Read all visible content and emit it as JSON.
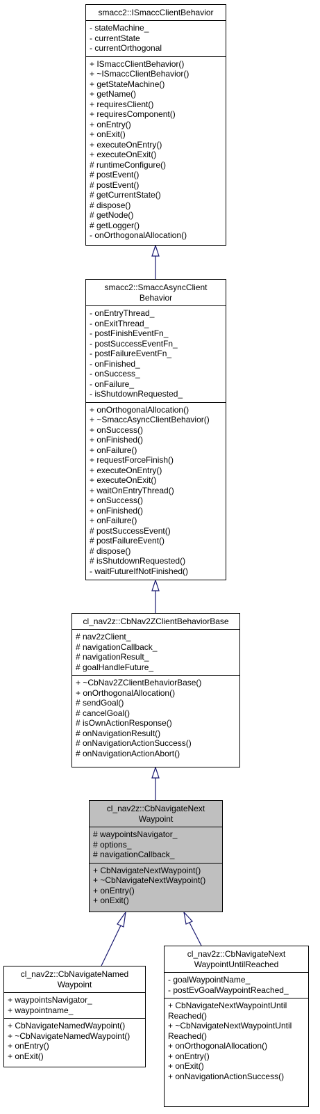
{
  "classes": [
    {
      "id": "c1",
      "title": [
        "smacc2::ISmaccClientBehavior"
      ],
      "attributes": [
        "- stateMachine_",
        "- currentState",
        "- currentOrthogonal"
      ],
      "methods": [
        "+ ISmaccClientBehavior()",
        "+ ~ISmaccClientBehavior()",
        "+ getStateMachine()",
        "+ getName()",
        "+ requiresClient()",
        "+ requiresComponent()",
        "+ onEntry()",
        "+ onExit()",
        "+ executeOnEntry()",
        "+ executeOnExit()",
        "# runtimeConfigure()",
        "# postEvent()",
        "# postEvent()",
        "# getCurrentState()",
        "# dispose()",
        "# getNode()",
        "# getLogger()",
        "- onOrthogonalAllocation()"
      ]
    },
    {
      "id": "c2",
      "title": [
        "smacc2::SmaccAsyncClient",
        "Behavior"
      ],
      "attributes": [
        "- onEntryThread_",
        "- onExitThread_",
        "- postFinishEventFn_",
        "- postSuccessEventFn_",
        "- postFailureEventFn_",
        "- onFinished_",
        "- onSuccess_",
        "- onFailure_",
        "- isShutdownRequested_"
      ],
      "methods": [
        "+ onOrthogonalAllocation()",
        "+ ~SmaccAsyncClientBehavior()",
        "+ onSuccess()",
        "+ onFinished()",
        "+ onFailure()",
        "+ requestForceFinish()",
        "+ executeOnEntry()",
        "+ executeOnExit()",
        "+ waitOnEntryThread()",
        "+ onSuccess()",
        "+ onFinished()",
        "+ onFailure()",
        "# postSuccessEvent()",
        "# postFailureEvent()",
        "# dispose()",
        "# isShutdownRequested()",
        "- waitFutureIfNotFinished()"
      ]
    },
    {
      "id": "c3",
      "title": [
        "cl_nav2z::CbNav2ZClientBehaviorBase"
      ],
      "attributes": [
        "# nav2zClient_",
        "# navigationCallback_",
        "# navigationResult_",
        "# goalHandleFuture_"
      ],
      "methods": [
        "+ ~CbNav2ZClientBehaviorBase()",
        "+ onOrthogonalAllocation()",
        "# sendGoal()",
        "# cancelGoal()",
        "# isOwnActionResponse()",
        "# onNavigationResult()",
        "# onNavigationActionSuccess()",
        "# onNavigationActionAbort()"
      ]
    },
    {
      "id": "c4",
      "title": [
        "cl_nav2z::CbNavigateNext",
        "Waypoint"
      ],
      "attributes": [
        "# waypointsNavigator_",
        "# options_",
        "# navigationCallback_"
      ],
      "methods": [
        "+ CbNavigateNextWaypoint()",
        "+ ~CbNavigateNextWaypoint()",
        "+ onEntry()",
        "+ onExit()"
      ]
    },
    {
      "id": "c5",
      "title": [
        "cl_nav2z::CbNavigateNamed",
        "Waypoint"
      ],
      "attributes": [
        "+ waypointsNavigator_",
        "+ waypointname_"
      ],
      "methods": [
        "+ CbNavigateNamedWaypoint()",
        "+ ~CbNavigateNamedWaypoint()",
        "+ onEntry()",
        "+ onExit()"
      ]
    },
    {
      "id": "c6",
      "title": [
        "cl_nav2z::CbNavigateNext",
        "WaypointUntilReached"
      ],
      "attributes": [
        "- goalWaypointName_",
        "- postEvGoalWaypointReached_"
      ],
      "methods": [
        "+ CbNavigateNextWaypointUntil",
        "Reached()",
        "+ ~CbNavigateNextWaypointUntil",
        "Reached()",
        "+ onOrthogonalAllocation()",
        "+ onEntry()",
        "+ onExit()",
        "+ onNavigationActionSuccess()"
      ]
    }
  ],
  "colors": {
    "edge": "#191970",
    "highlight": "#bfbfbf",
    "border": "#000000"
  }
}
